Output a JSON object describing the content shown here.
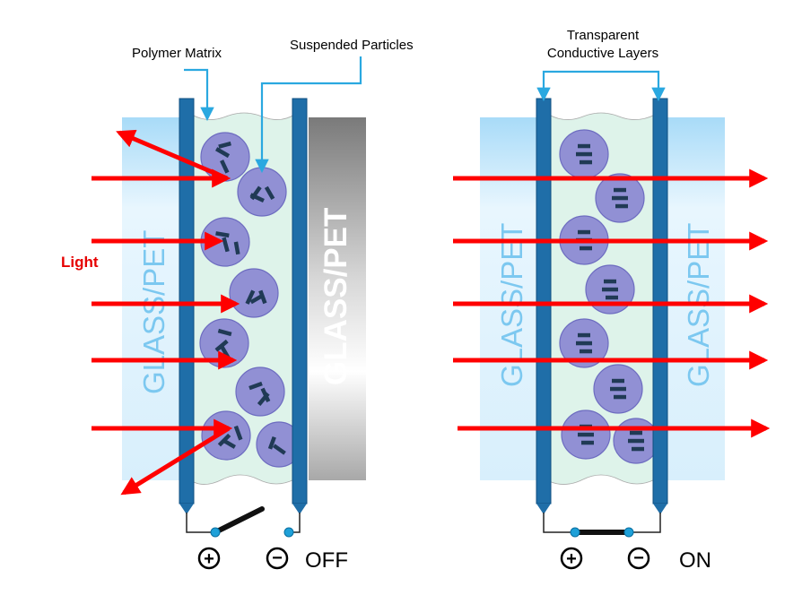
{
  "labels": {
    "polymer_matrix": "Polymer Matrix",
    "suspended_particles": "Suspended Particles",
    "transparent_line1": "Transparent",
    "transparent_line2": "Conductive Layers",
    "light": "Light",
    "glass_pet": "GLASS/PET",
    "plus": "+",
    "minus": "−",
    "off": "OFF",
    "on": "ON"
  },
  "colors": {
    "light_ray": "#ff0000",
    "light_label": "#e60000",
    "glass_pale": "#c8e8fb",
    "glass_text": "#7cc8f0",
    "electrode": "#1f6ea8",
    "electrode_edge": "#0f4f80",
    "matrix": "#def3ea",
    "particle": "#9190d4",
    "particle_edge": "#6d6cc0",
    "rod": "#203a55",
    "terminal": "#1ea0d8",
    "callout": "#2aa8e0",
    "wire": "#222222",
    "grey_glass_text": "#ffffff"
  },
  "states": [
    {
      "name": "off",
      "switch": "open"
    },
    {
      "name": "on",
      "switch": "closed"
    }
  ]
}
